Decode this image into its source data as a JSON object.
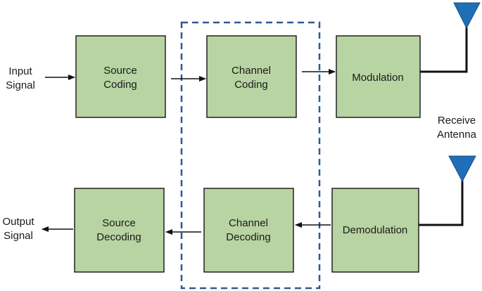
{
  "colors": {
    "block_fill": "#b8d4a2",
    "block_stroke": "#222222",
    "dashed_box": "#2e5a94",
    "antenna": "#1e6fb8",
    "line": "#111111"
  },
  "blocks": {
    "source_coding": [
      "Source",
      "Coding"
    ],
    "channel_coding": [
      "Channel",
      "Coding"
    ],
    "modulation": [
      "Modulation"
    ],
    "source_decoding": [
      "Source",
      "Decoding"
    ],
    "channel_decoding": [
      "Channel",
      "Decoding"
    ],
    "demodulation": [
      "Demodulation"
    ]
  },
  "labels": {
    "input": [
      "Input",
      "Signal"
    ],
    "output": [
      "Output",
      "Signal"
    ],
    "receive_antenna": [
      "Receive",
      "Antenna"
    ]
  }
}
